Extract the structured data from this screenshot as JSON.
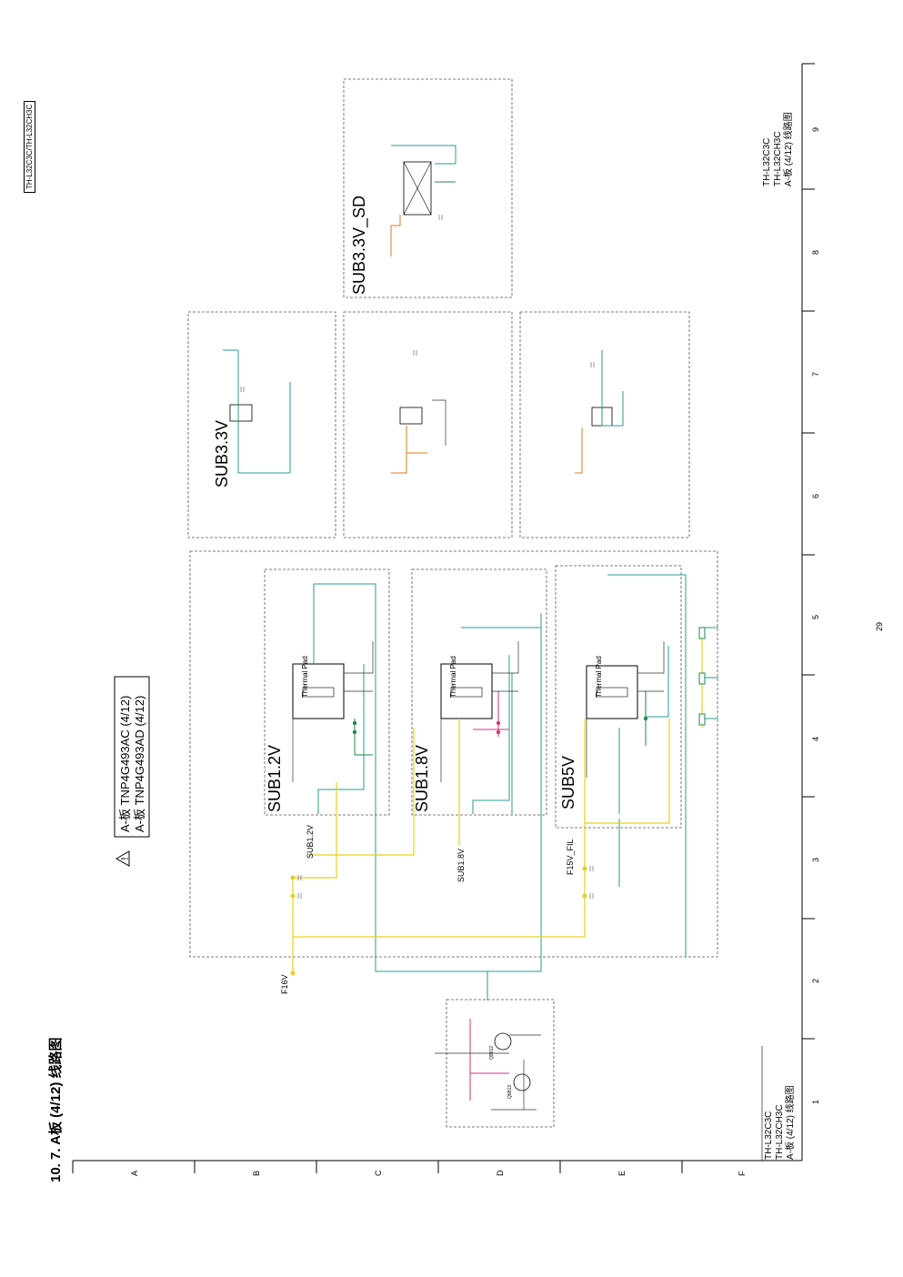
{
  "header": {
    "model_tag": "TH-L32C3C/TH-L32CH3C",
    "section_title": "10. 7.  A板 (4/12) 线路图",
    "page_number": "29"
  },
  "board_note": {
    "warning_icon": "warning-triangle-icon",
    "line1": "A-板  TNP4G493AC (4/12)",
    "line2": "A-板  TNP4G493AD (4/12)"
  },
  "footer_box_left": {
    "line1": "TH-L32C3C",
    "line2": "TH-L32CH3C",
    "line3": "A-板  (4/12)  线路图"
  },
  "footer_box_right": {
    "line1": "TH-L32C3C",
    "line2": "TH-L32CH3C",
    "line3": "A-板  (4/12)  线路图"
  },
  "grid": {
    "rows": [
      "A",
      "B",
      "C",
      "D",
      "E",
      "F"
    ],
    "cols": [
      "1",
      "2",
      "3",
      "4",
      "5",
      "6",
      "7",
      "8",
      "9"
    ]
  },
  "blocks": {
    "sub1_2v": "SUB1.2V",
    "sub1_8v": "SUB1.8V",
    "sub5v": "SUB5V",
    "sub3_3v": "SUB3.3V",
    "sub3_3v_sd": "SUB3.3V_SD"
  },
  "nets": {
    "f16v": "F16V",
    "sub1_2v": "SUB1.2V",
    "sub1_8v": "SUB1.8V",
    "f15v_fil": "F15V_FIL"
  },
  "ic_labels": {
    "thermal_pad": "Thermal Pad"
  },
  "transistors": {
    "q9812": "Q9812",
    "q9813": "Q9813"
  },
  "wire_colors": {
    "teal": "#2a9d8f",
    "orange": "#e07b1f",
    "yellow": "#e8d21a",
    "pink": "#d6337a",
    "dark": "#333333",
    "green": "#1f8a4c"
  }
}
